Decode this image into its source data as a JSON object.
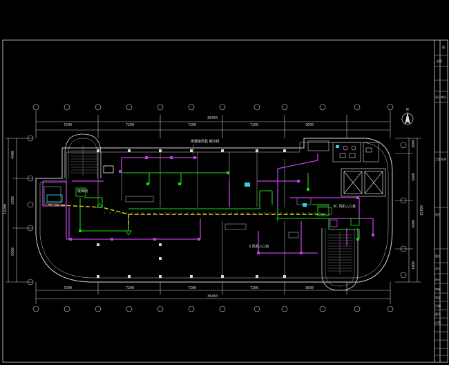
{
  "drawing": {
    "top_dims": [
      "7200",
      "7200",
      "7200",
      "7200",
      "3600"
    ],
    "top_total": "36450",
    "bottom_dims": [
      "7200",
      "7200",
      "7200",
      "7200",
      "3600"
    ],
    "bottom_total": "36450",
    "left_dims": [
      "4900",
      "3700",
      "5600"
    ],
    "left_total": "14200",
    "right_dims": [
      "2600",
      "5600",
      "5600",
      "1400"
    ],
    "right_total": "15700",
    "labels": {
      "top_note": "排烟道风机 制冷机",
      "right_note": "3C 风机入口处",
      "bottom_note": "3 风机入口处",
      "stair_note": "楼梯间"
    },
    "north": "N",
    "colors": {
      "wall": "#d9d9d9",
      "duct_purple": "#c040e0",
      "duct_green": "#18d818",
      "main_yellow": "#e8d820",
      "cyan": "#30d0e0",
      "frame": "#d9d9d9"
    }
  },
  "title_block": {
    "header_1": "图",
    "header_2": "说明",
    "rows": [
      "设计单位",
      "工程名称",
      "项目",
      "图名",
      "设计",
      "校对",
      "审核",
      "审定",
      "日期",
      "图号",
      "比例"
    ]
  }
}
